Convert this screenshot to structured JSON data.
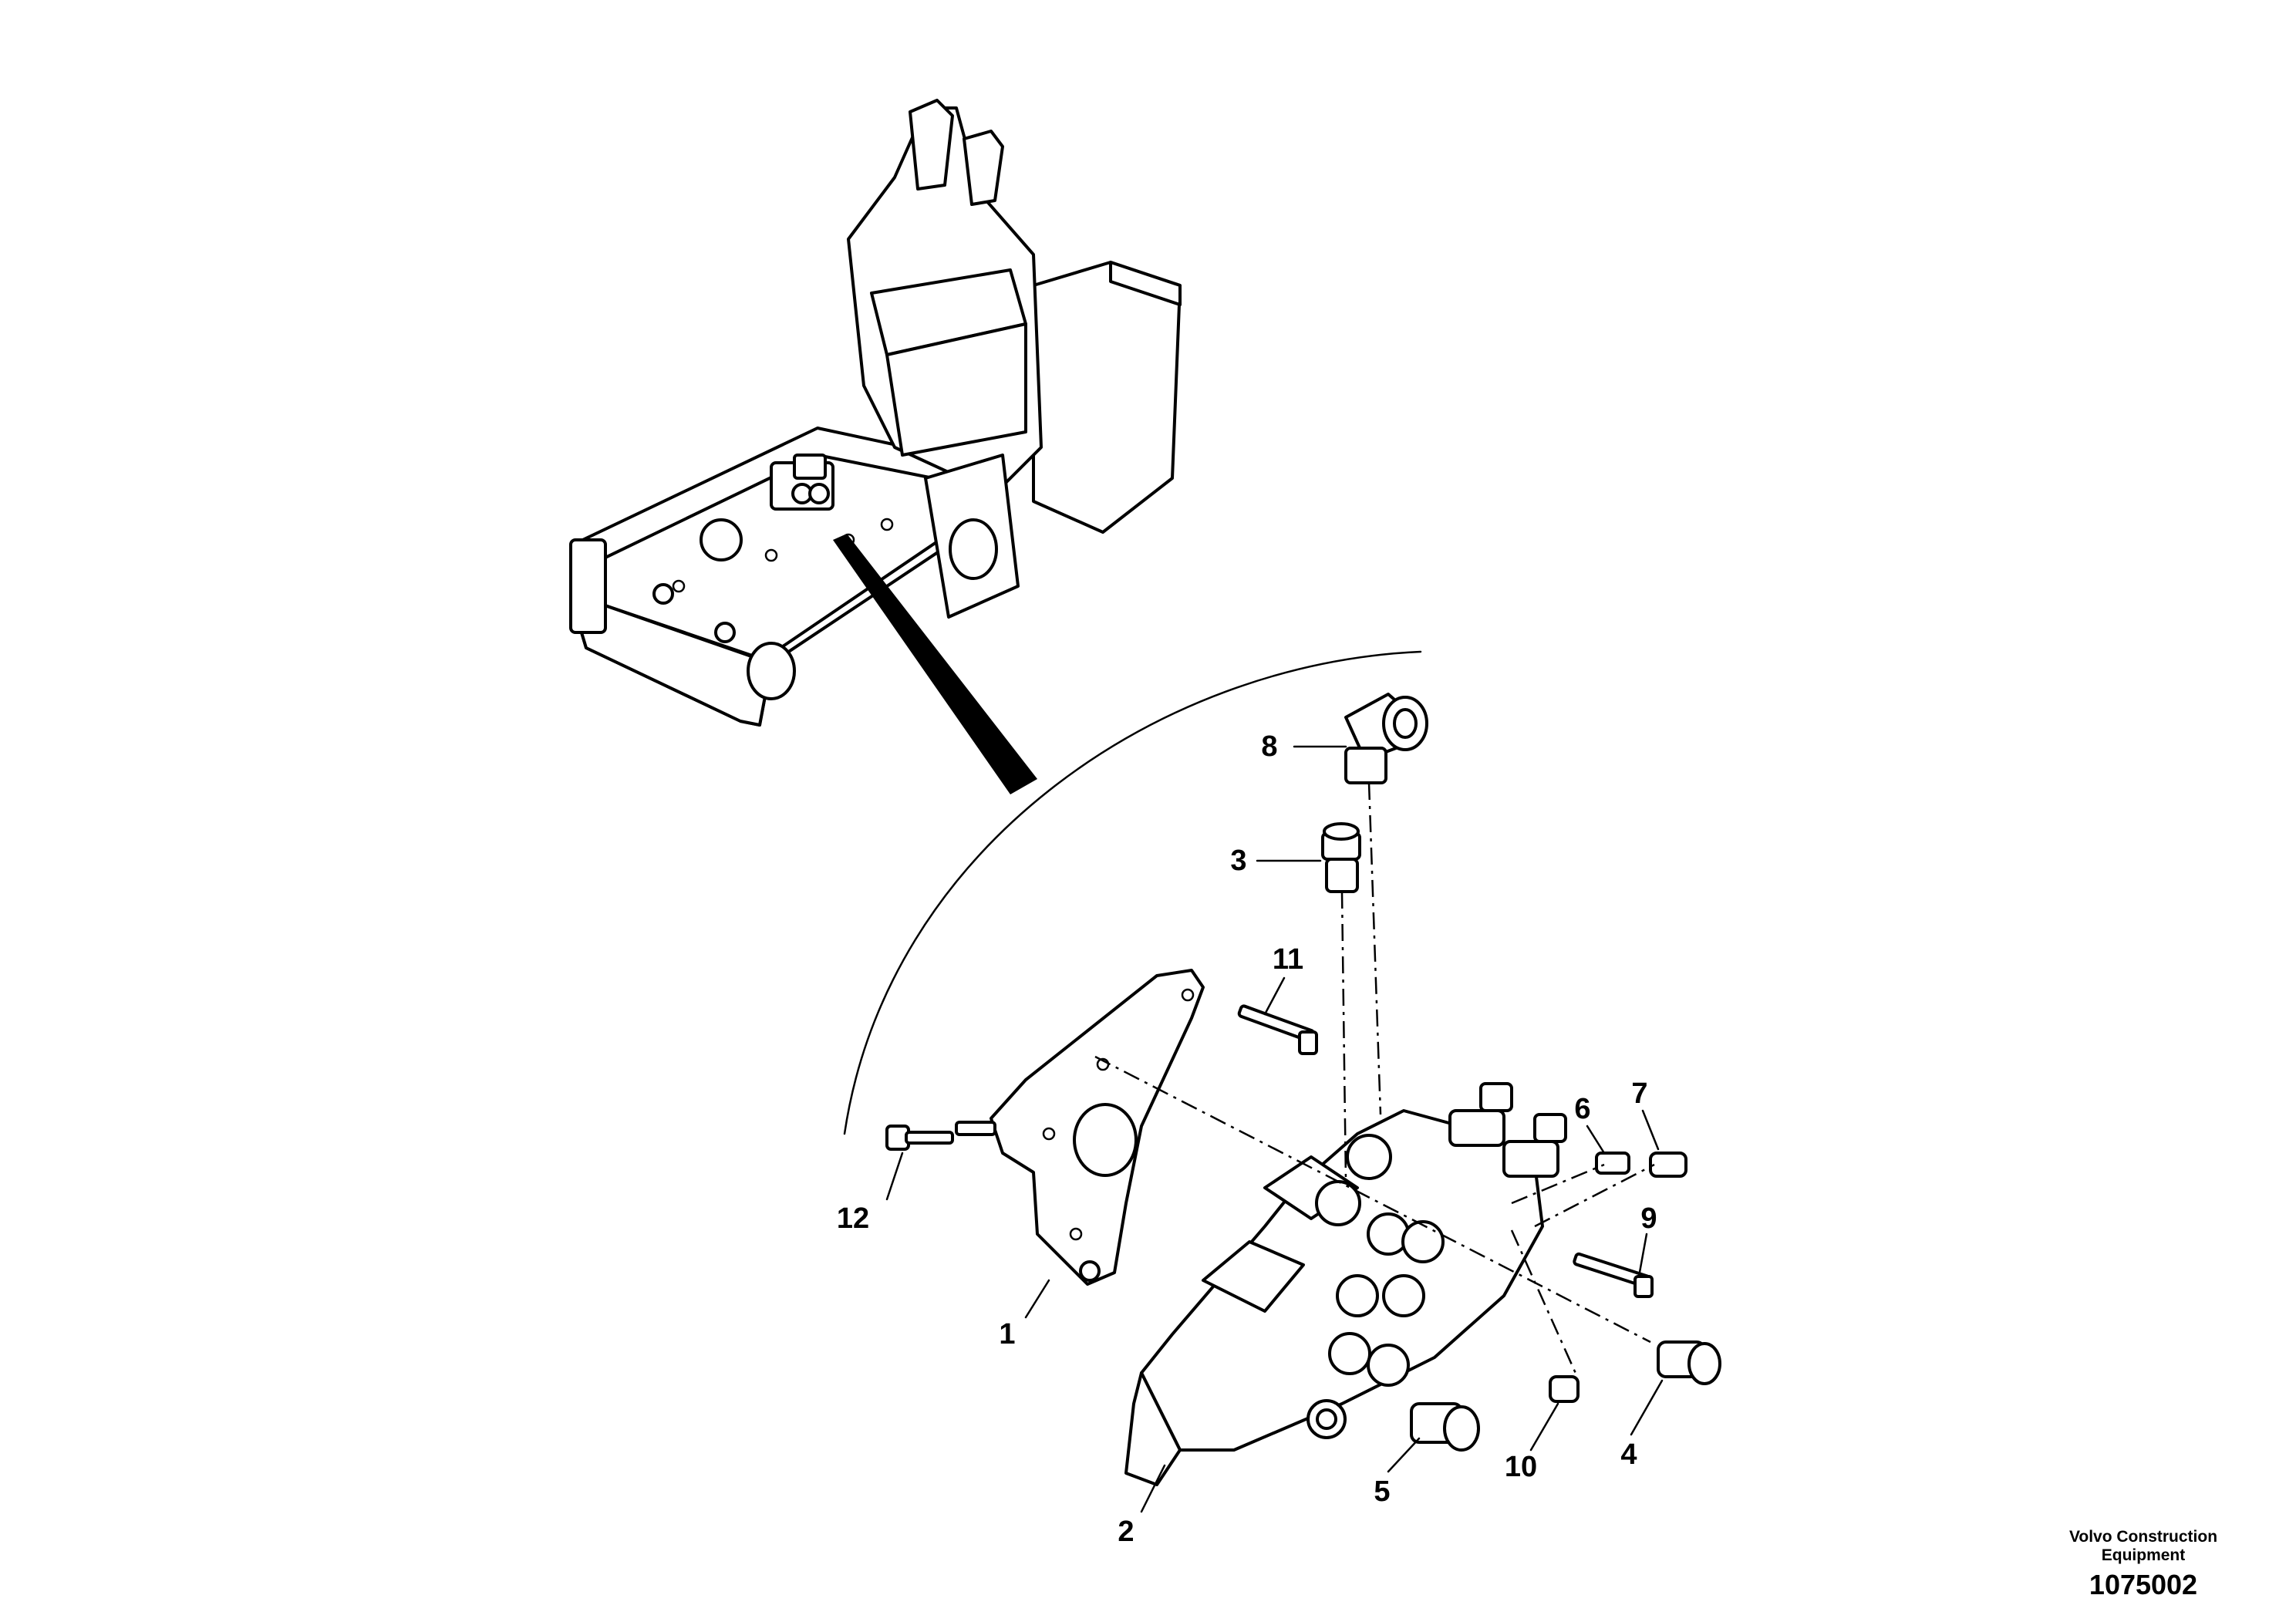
{
  "callouts": [
    {
      "id": "1",
      "label": "1"
    },
    {
      "id": "2",
      "label": "2"
    },
    {
      "id": "3",
      "label": "3"
    },
    {
      "id": "4",
      "label": "4"
    },
    {
      "id": "5",
      "label": "5"
    },
    {
      "id": "6",
      "label": "6"
    },
    {
      "id": "7",
      "label": "7"
    },
    {
      "id": "8",
      "label": "8"
    },
    {
      "id": "9",
      "label": "9"
    },
    {
      "id": "10",
      "label": "10"
    },
    {
      "id": "11",
      "label": "11"
    },
    {
      "id": "12",
      "label": "12"
    }
  ],
  "footer": {
    "maker_line1": "Volvo Construction",
    "maker_line2": "Equipment",
    "drawing_number": "1075002"
  }
}
